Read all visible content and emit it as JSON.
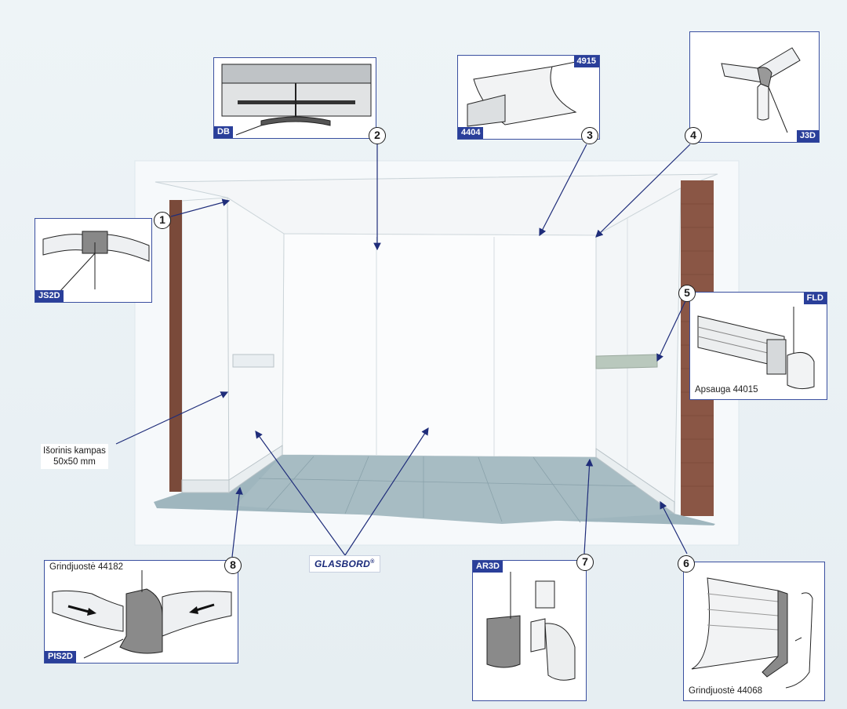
{
  "callouts": [
    {
      "number": "1",
      "tag": "JS2D"
    },
    {
      "number": "2",
      "tag": "DB"
    },
    {
      "number": "3",
      "tags": [
        "4915",
        "4404"
      ]
    },
    {
      "number": "4",
      "tag": "J3D"
    },
    {
      "number": "5",
      "tag": "FLD",
      "caption": "Apsauga 44015"
    },
    {
      "number": "6",
      "caption": "Grindjuostė 44068"
    },
    {
      "number": "7",
      "tag": "AR3D"
    },
    {
      "number": "8",
      "tag": "PIS2D",
      "caption": "Grindjuostė 44182"
    }
  ],
  "external_corner_label": {
    "line1": "Išorinis kampas",
    "line2": "50x50 mm"
  },
  "brand": {
    "name": "GLASBORD",
    "mark": "®"
  },
  "colors": {
    "accent": "#2a3f9a",
    "brick": "#7a4a3a",
    "floor": "#9fb6be",
    "wall": "#fbfcfd"
  }
}
